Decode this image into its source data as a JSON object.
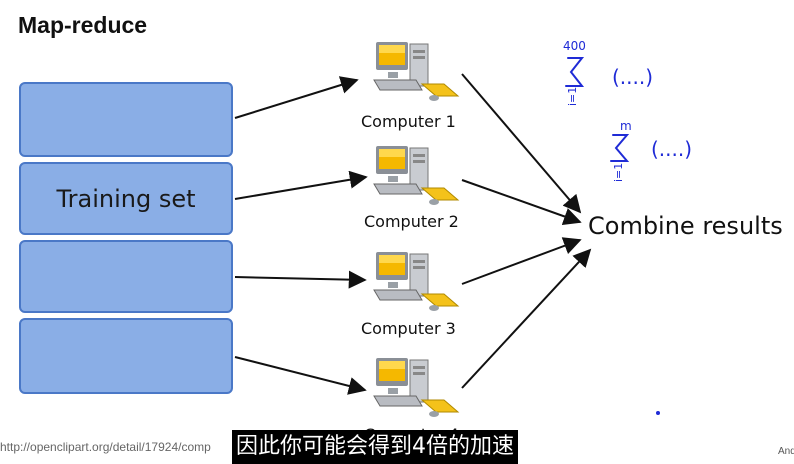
{
  "slide": {
    "title": "Map-reduce",
    "training_set_label": "Training set",
    "computers": [
      "Computer 1",
      "Computer 2",
      "Computer 3",
      "Computer 4"
    ],
    "combine_label": "Combine results",
    "credit": "http://openclipart.org/detail/17924/comp",
    "credit_right": "And"
  },
  "annotations": {
    "sum1_upper": "400",
    "sum1_lower": "i=1",
    "sum1_body": "(....)",
    "sum2_upper": "m",
    "sum2_lower": "i=1",
    "sum2_body": "(....)"
  },
  "subtitle": "因此你可能会得到4倍的加速",
  "colors": {
    "block_fill": "#8aaee6",
    "block_border": "#4a78c7",
    "ink": "#1f2bd6",
    "subtitle_bg": "#000000"
  }
}
